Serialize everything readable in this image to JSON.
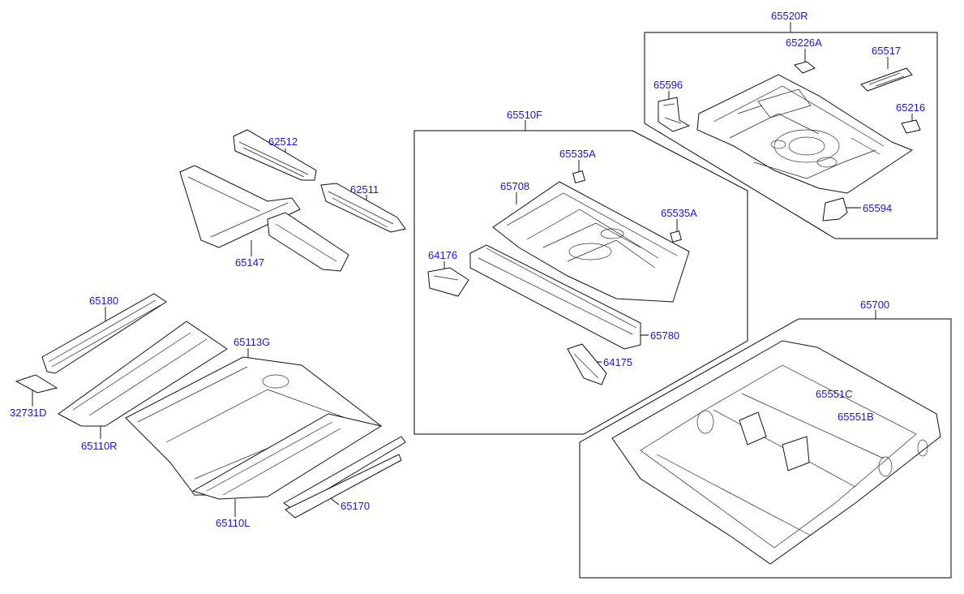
{
  "callouts": {
    "c65520R": "65520R",
    "c65226A": "65226A",
    "c65517": "65517",
    "c65596": "65596",
    "c65216": "65216",
    "c65594": "65594",
    "c65510F": "65510F",
    "c65535A_1": "65535A",
    "c65708": "65708",
    "c65535A_2": "65535A",
    "c64176": "64176",
    "c65780": "65780",
    "c64175": "64175",
    "c62512": "62512",
    "c62511": "62511",
    "c65147": "65147",
    "c65180": "65180",
    "c65113G": "65113G",
    "c32731D": "32731D",
    "c65110R": "65110R",
    "c65110L": "65110L",
    "c65170": "65170",
    "c65700": "65700",
    "c65551C": "65551C",
    "c65551B": "65551B"
  },
  "colors": {
    "label": "#1a14d6",
    "line": "#000000"
  }
}
